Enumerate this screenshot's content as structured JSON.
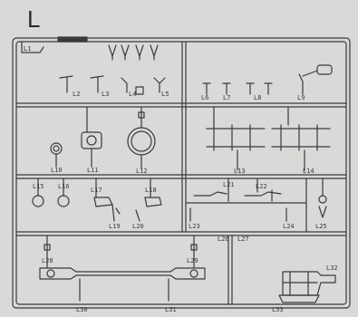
{
  "sheet": {
    "letter": "L"
  },
  "colors": {
    "paper": "#d9d9d7",
    "ink": "#3a3a3a"
  },
  "parts": {
    "labels": [
      "L1",
      "L2",
      "L3",
      "L4",
      "L5",
      "L6",
      "L7",
      "L8",
      "L9",
      "L10",
      "L11",
      "L12",
      "L13",
      "L14",
      "L15",
      "L16",
      "L17",
      "L18",
      "L19",
      "L20",
      "L21",
      "L22",
      "L23",
      "L24",
      "L25",
      "L26",
      "L27",
      "L28",
      "L29",
      "L30",
      "L31",
      "L32",
      "L33"
    ]
  }
}
